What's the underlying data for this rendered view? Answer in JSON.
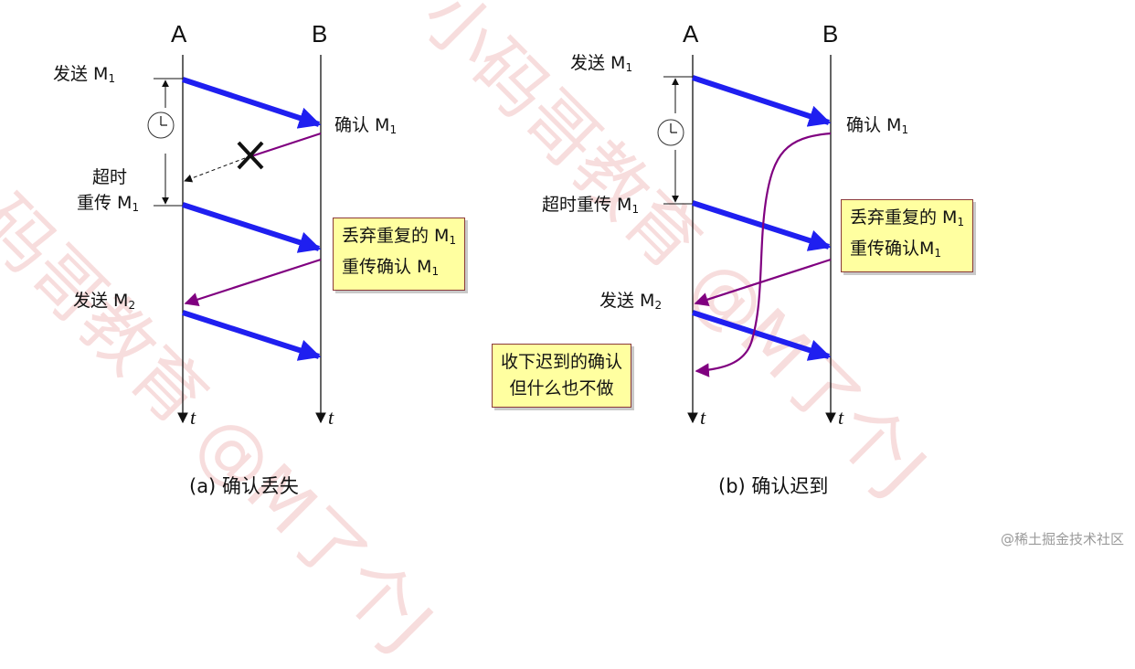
{
  "watermark": {
    "text": "小码哥教育 @M了个J"
  },
  "panel_a": {
    "host_a": "A",
    "host_b": "B",
    "time_symbol": "t",
    "send_m1": "发送 M",
    "send_m1_sub": "1",
    "ack_m1": "确认 M",
    "ack_m1_sub": "1",
    "timeout_line1": "超时",
    "timeout_line2": "重传 M",
    "timeout_sub": "1",
    "box_line1": "丢弃重复的 M",
    "box_line1_sub": "1",
    "box_line2": "重传确认 M",
    "box_line2_sub": "1",
    "send_m2": "发送 M",
    "send_m2_sub": "2",
    "caption": "(a) 确认丢失"
  },
  "panel_b": {
    "host_a": "A",
    "host_b": "B",
    "time_symbol": "t",
    "send_m1": "发送 M",
    "send_m1_sub": "1",
    "ack_m1": "确认 M",
    "ack_m1_sub": "1",
    "timeout_retransmit": "超时重传 M",
    "timeout_sub": "1",
    "box_line1": "丢弃重复的 M",
    "box_line1_sub": "1",
    "box_line2": "重传确认M",
    "box_line2_sub": "1",
    "send_m2": "发送 M",
    "send_m2_sub": "2",
    "late_box_line1": "收下迟到的确认",
    "late_box_line2": "但什么也不做",
    "caption": "(b) 确认迟到"
  },
  "credit": "@稀土掘金技术社区",
  "colors": {
    "data_arrow": "#1f1ff0",
    "ack_arrow": "#800080",
    "note_bg": "#ffffa0",
    "watermark": "#e99b9b"
  },
  "icons": [
    "clock-icon",
    "cross-icon"
  ]
}
